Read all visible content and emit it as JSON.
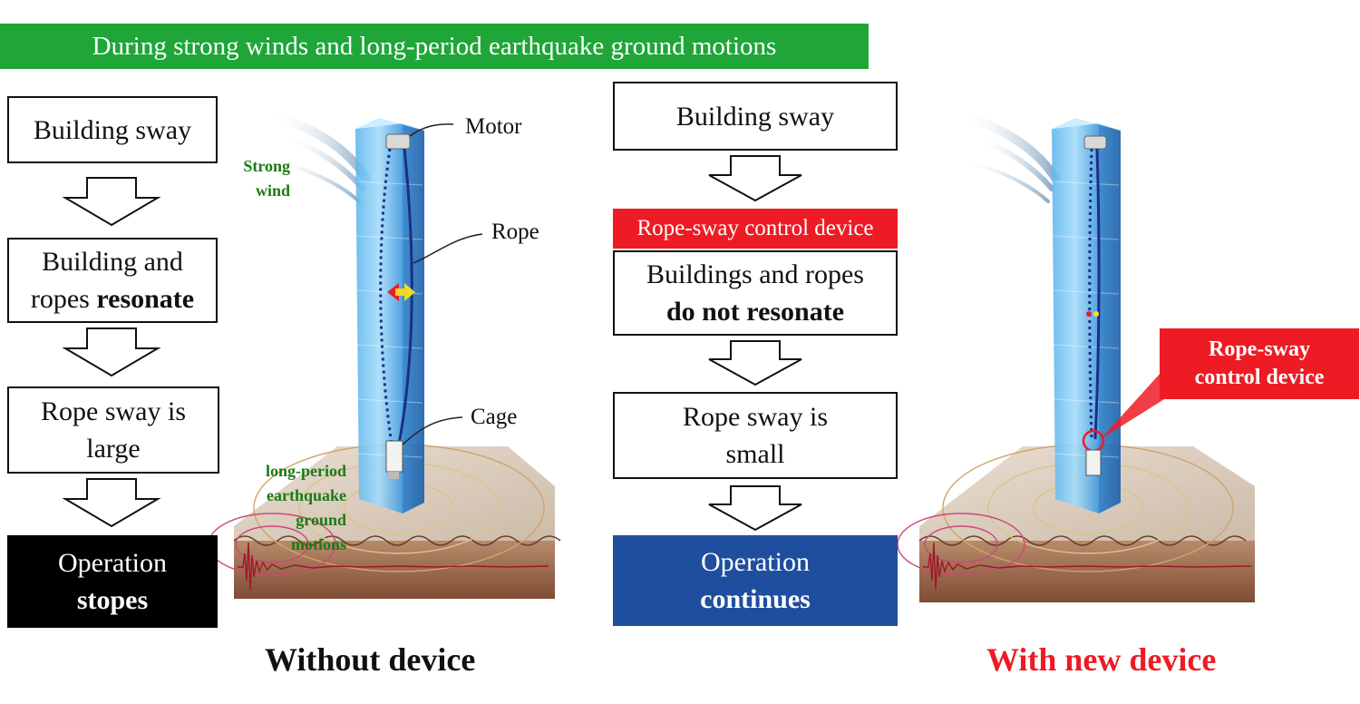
{
  "banner": "During strong winds and long-period earthquake ground motions",
  "left_flow": {
    "step1": "Building sway",
    "step2_line1": "Building and",
    "step2_line2_pre": "ropes ",
    "step2_line2_bold": "resonate",
    "step3_line1": "Rope sway is",
    "step3_line2": "large",
    "result_line1": "Operation",
    "result_line2": "stopes"
  },
  "right_flow": {
    "step1": "Building sway",
    "device_label": "Rope-sway control device",
    "step2_line1": "Buildings and ropes",
    "step2_line2": "do not resonate",
    "step3_line1": "Rope sway is",
    "step3_line2": "small",
    "result_line1": "Operation",
    "result_line2": "continues"
  },
  "left_illustration": {
    "motor": "Motor",
    "rope": "Rope",
    "cage": "Cage",
    "wind_line1": "Strong",
    "wind_line2": "wind",
    "quake_line1": "long-period",
    "quake_line2": "earthquake",
    "quake_line3": "ground",
    "quake_line4": "motions"
  },
  "right_illustration": {
    "callout_line1": "Rope-sway",
    "callout_line2": "control device"
  },
  "captions": {
    "without": "Without device",
    "with": "With new device"
  },
  "colors": {
    "banner": "#1fa538",
    "red": "#ee1b24",
    "black_box": "#000000",
    "blue_box": "#1f4e9f",
    "green_text": "#1d7a14"
  }
}
